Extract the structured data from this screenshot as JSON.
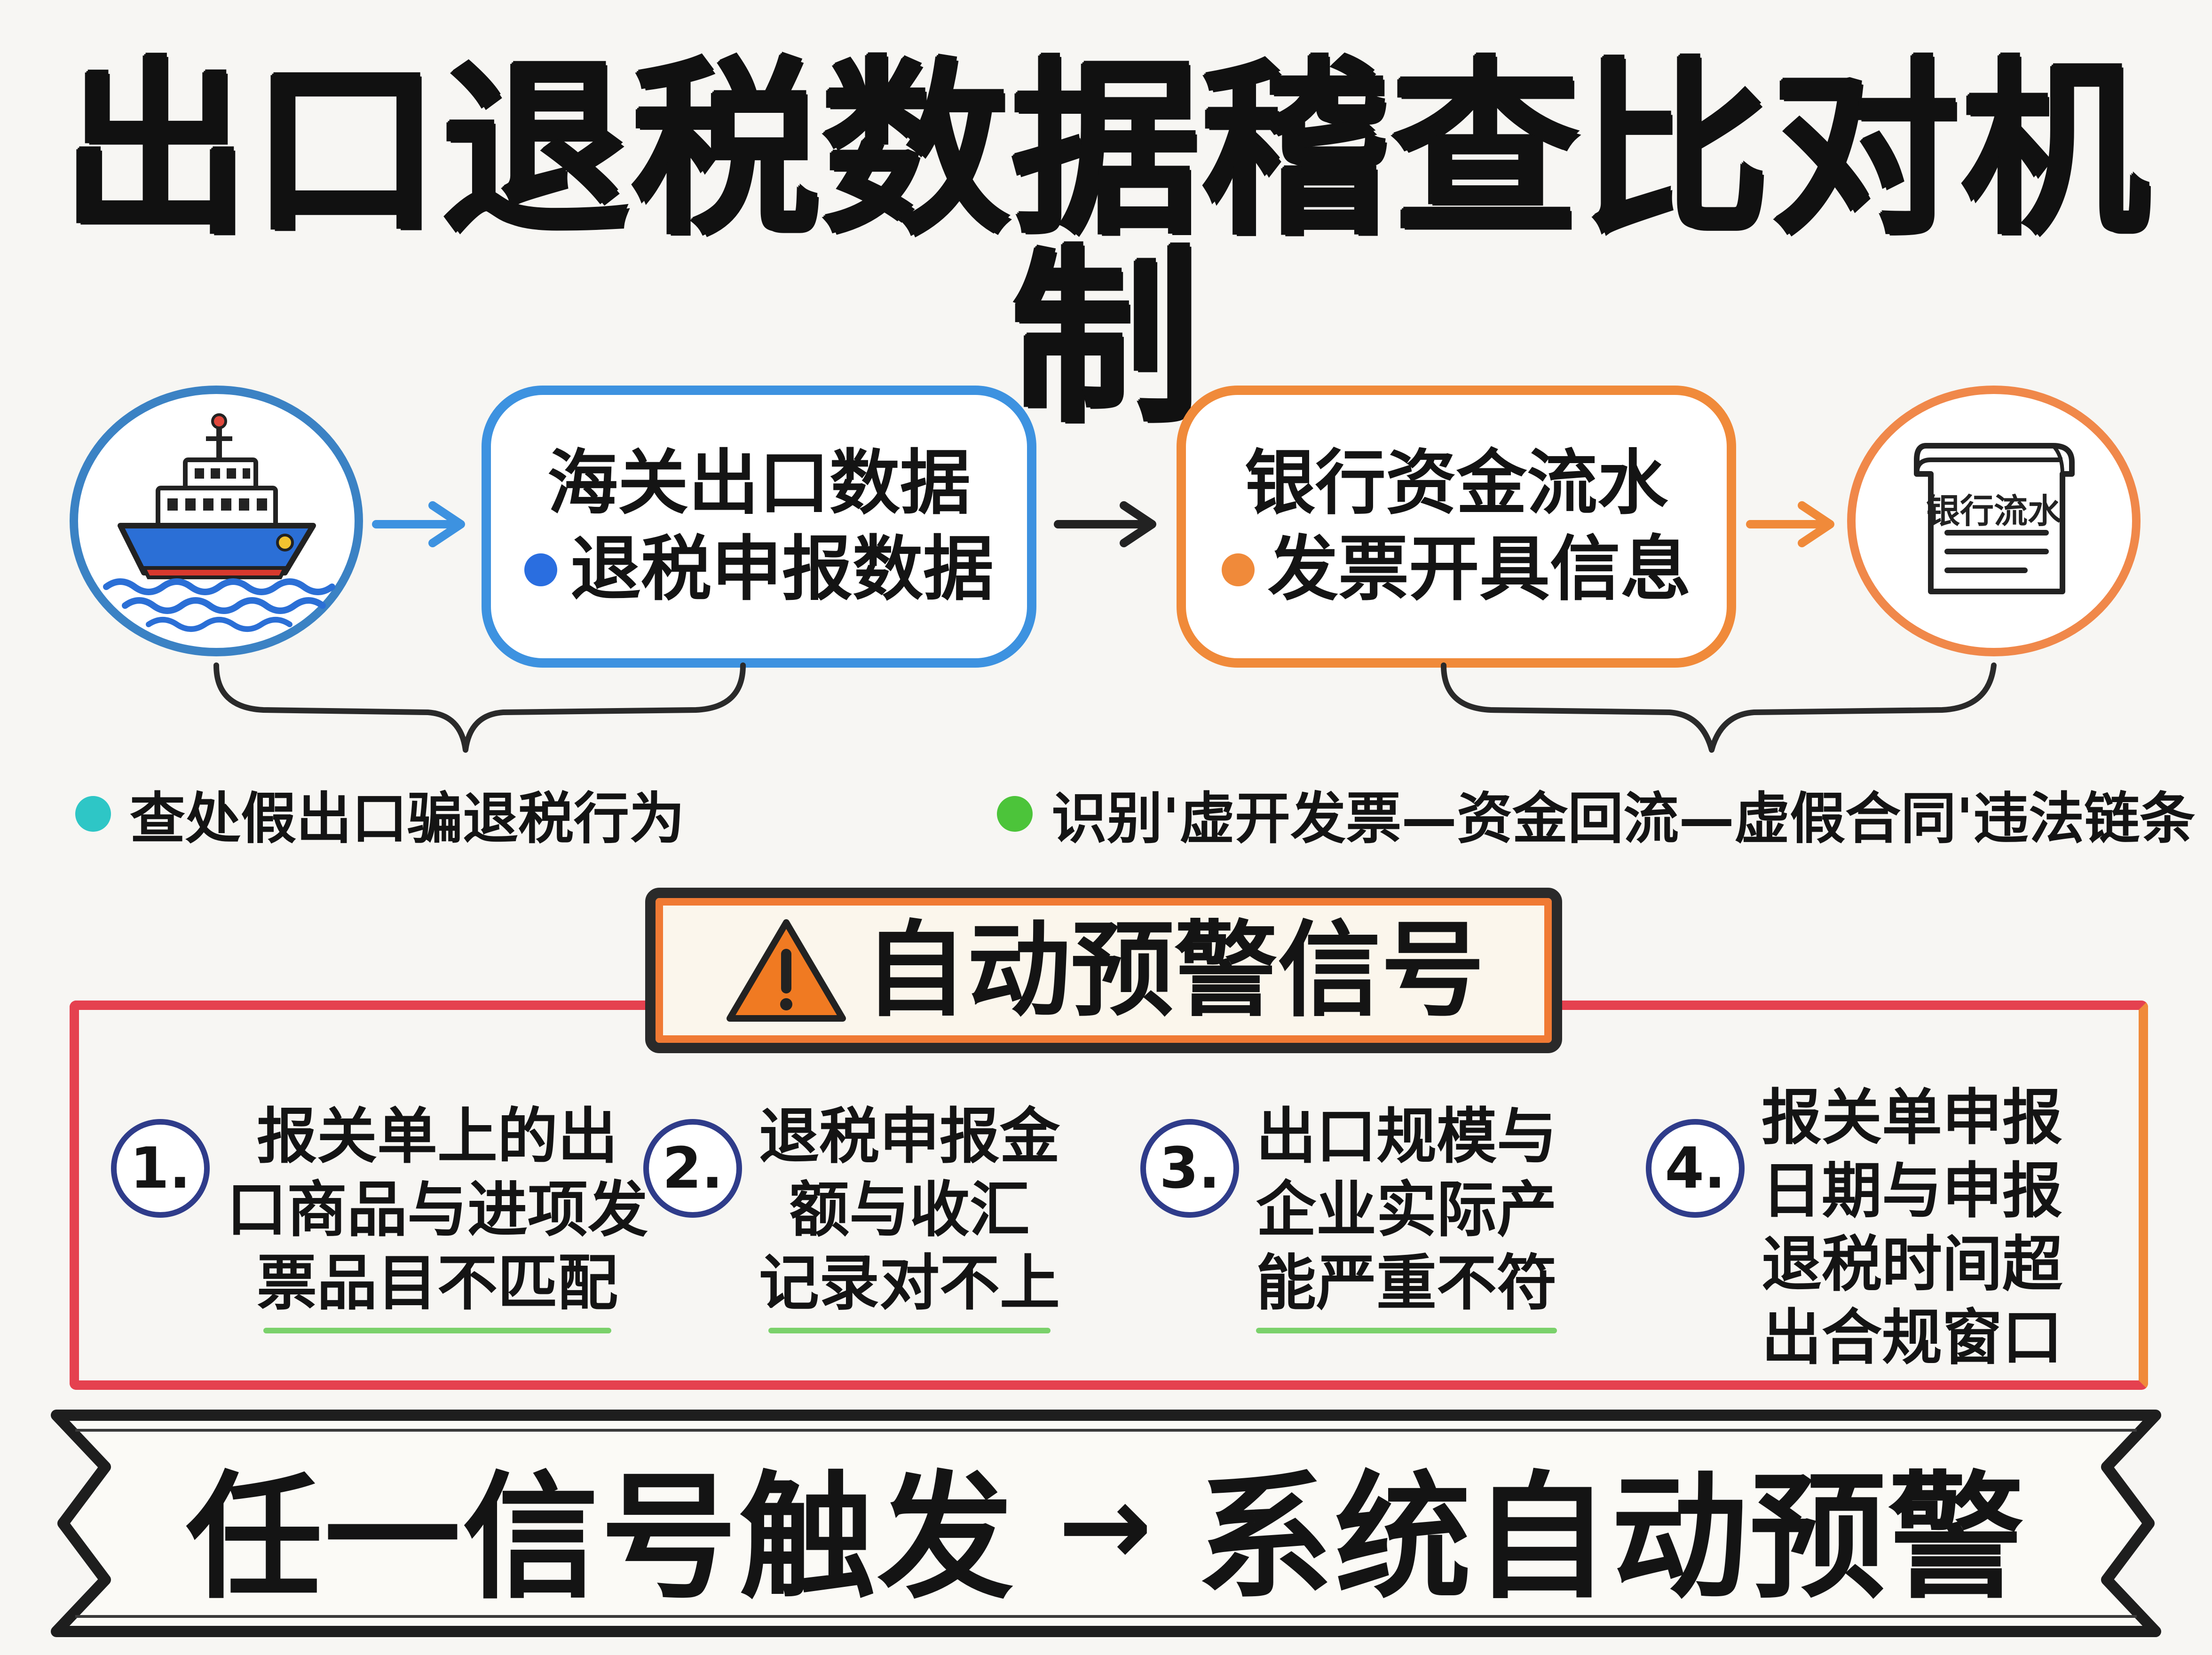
{
  "title": "出口退税数据稽查比对机制",
  "flow": {
    "customs_box": {
      "line1": "海关出口数据",
      "line2": "退税申报数据"
    },
    "bank_box": {
      "line1": "银行资金流水",
      "line2": "发票开具信息"
    },
    "doc_icon_label": "银行流水",
    "left_icon": "ship-icon",
    "right_icon": "bank-statement-document-icon"
  },
  "bullets": {
    "left": "查处假出口骗退税行为",
    "right": "识别'虚开发票—资金回流—虚假合同'违法链条"
  },
  "warning": {
    "title": "自动预警信号",
    "icon": "warning-triangle-icon",
    "signals": [
      {
        "num": "1.",
        "lines": [
          "报关单上的出",
          "口商品与进项发",
          "票品目不匹配"
        ]
      },
      {
        "num": "2.",
        "lines": [
          "退税申报金",
          "额与收汇",
          "记录对不上"
        ]
      },
      {
        "num": "3.",
        "lines": [
          "出口规模与",
          "企业实际产",
          "能严重不符"
        ]
      },
      {
        "num": "4.",
        "lines": [
          "报关单申报",
          "日期与申报",
          "退税时间超",
          "出合规窗口"
        ]
      }
    ]
  },
  "banner": {
    "left": "任一信号触发",
    "arrow": "→",
    "right": "系统自动预警"
  },
  "colors": {
    "blue": "#3d92e0",
    "orange": "#f08a3a",
    "red": "#e5414f",
    "teal": "#2ec6c6",
    "green": "#4cc43a",
    "underline_green": "#7bd16b",
    "navy": "#2f3c8a"
  }
}
